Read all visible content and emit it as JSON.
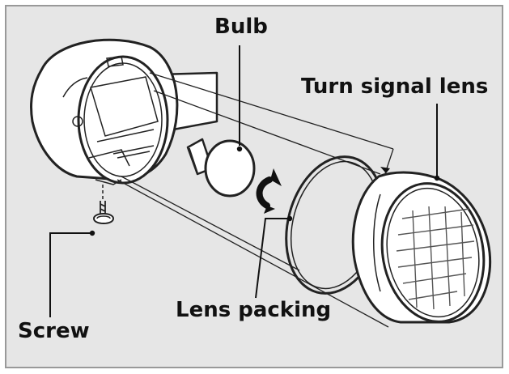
{
  "labels": {
    "bulb": "Bulb",
    "turn_signal_lens": "Turn signal lens",
    "lens_packing": "Lens packing",
    "screw": "Screw"
  },
  "colors": {
    "panel_background": "#e6e6e6",
    "line": "#222222",
    "part_fill": "#ffffff",
    "border": "#999999"
  },
  "icons": {
    "rotation_arrow": "curved-arrow-icon"
  }
}
